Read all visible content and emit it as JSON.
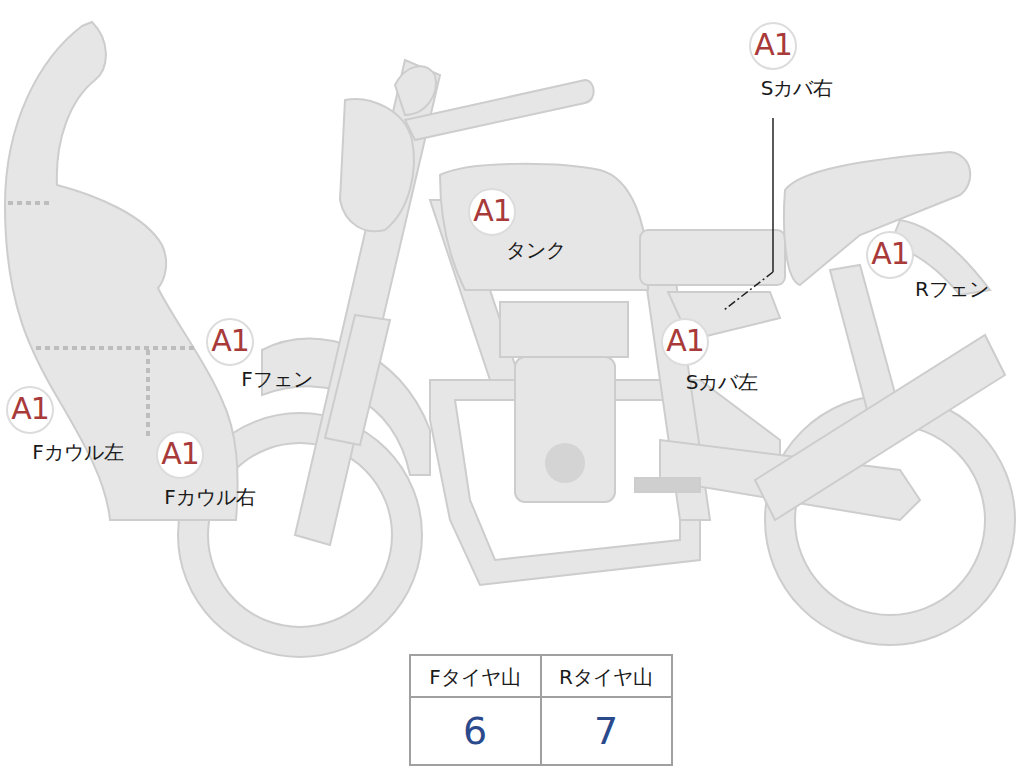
{
  "diagram": {
    "nodes": [
      {
        "text": [
          "A1",
          "Sカバ右"
        ]
      },
      {
        "text": [
          "A1",
          "タンク"
        ]
      },
      {
        "text": [
          "A1",
          "Rフェン"
        ]
      },
      {
        "text": [
          "A1",
          "Fフェン"
        ]
      },
      {
        "text": [
          "A1",
          "Sカバ左"
        ]
      },
      {
        "text": [
          "A1",
          "Fカウル左"
        ]
      },
      {
        "text": [
          "A1",
          "Fカウル右"
        ]
      }
    ],
    "labels": [
      "Fタイヤ山",
      "Rタイヤ山",
      "6",
      "7"
    ]
  }
}
